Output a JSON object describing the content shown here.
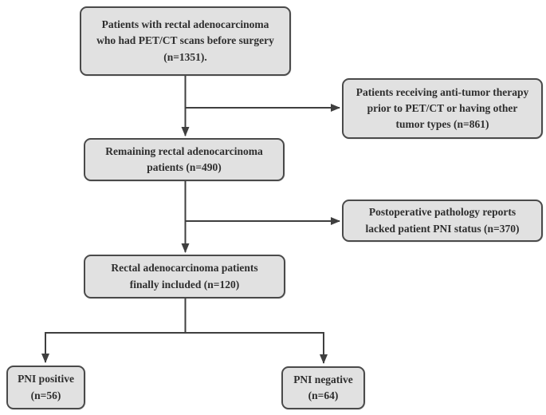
{
  "figure": {
    "type": "flowchart",
    "description": "Patient selection flow diagram",
    "colors": {
      "background": "#ffffff",
      "box_fill": "#e1e1e1",
      "box_border": "#4a4a4a",
      "connector": "#3f3f3f",
      "text": "#2e2e2e"
    },
    "boxes": {
      "initial": {
        "lines": [
          "Patients with rectal adenocarcinoma",
          "who had PET/CT scans before surgery",
          "(n=1351)."
        ],
        "n": 1351
      },
      "excluded1": {
        "lines": [
          "Patients receiving anti-tumor therapy",
          "prior to PET/CT or having other",
          "tumor types (n=861)"
        ],
        "n": 861
      },
      "remaining": {
        "lines": [
          "Remaining rectal adenocarcinoma",
          "patients (n=490)"
        ],
        "n": 490
      },
      "excluded2": {
        "lines": [
          "Postoperative pathology reports",
          "lacked patient PNI status (n=370)"
        ],
        "n": 370
      },
      "final": {
        "lines": [
          "Rectal adenocarcinoma patients",
          "finally included (n=120)"
        ],
        "n": 120
      },
      "pni_positive": {
        "lines": [
          "PNI positive",
          "(n=56)"
        ],
        "n": 56
      },
      "pni_negative": {
        "lines": [
          "PNI negative",
          "(n=64)"
        ],
        "n": 64
      }
    }
  }
}
